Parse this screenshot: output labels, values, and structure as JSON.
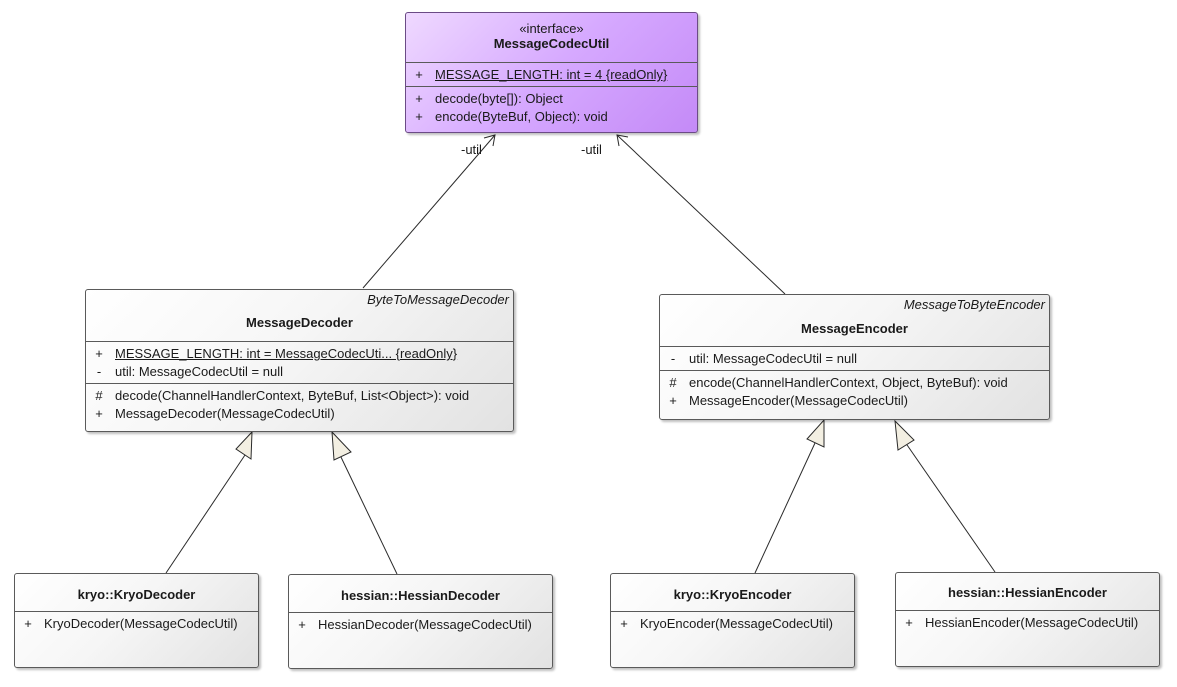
{
  "classes": {
    "codec": {
      "stereotype": "«interface»",
      "name": "MessageCodecUtil",
      "attributes": [
        {
          "vis": "+",
          "text": "MESSAGE_LENGTH: int = 4 {readOnly}"
        }
      ],
      "operations": [
        {
          "vis": "+",
          "text": "decode(byte[]): Object"
        },
        {
          "vis": "+",
          "text": "encode(ByteBuf, Object): void"
        }
      ]
    },
    "decoder": {
      "parent": "ByteToMessageDecoder",
      "name": "MessageDecoder",
      "attributes": [
        {
          "vis": "+",
          "text": "MESSAGE_LENGTH: int = MessageCodecUti... {readOnly}"
        },
        {
          "vis": "-",
          "text": "util: MessageCodecUtil = null"
        }
      ],
      "operations": [
        {
          "vis": "#",
          "text": "decode(ChannelHandlerContext, ByteBuf, List<Object>): void"
        },
        {
          "vis": "+",
          "text": "MessageDecoder(MessageCodecUtil)"
        }
      ]
    },
    "encoder": {
      "parent": "MessageToByteEncoder",
      "name": "MessageEncoder",
      "attributes": [
        {
          "vis": "-",
          "text": "util: MessageCodecUtil = null"
        }
      ],
      "operations": [
        {
          "vis": "#",
          "text": "encode(ChannelHandlerContext, Object, ByteBuf): void"
        },
        {
          "vis": "+",
          "text": "MessageEncoder(MessageCodecUtil)"
        }
      ]
    },
    "kryoDecoder": {
      "name": "kryo::KryoDecoder",
      "operations": [
        {
          "vis": "+",
          "text": "KryoDecoder(MessageCodecUtil)"
        }
      ]
    },
    "hessianDecoder": {
      "name": "hessian::HessianDecoder",
      "operations": [
        {
          "vis": "+",
          "text": "HessianDecoder(MessageCodecUtil)"
        }
      ]
    },
    "kryoEncoder": {
      "name": "kryo::KryoEncoder",
      "operations": [
        {
          "vis": "+",
          "text": "KryoEncoder(MessageCodecUtil)"
        }
      ]
    },
    "hessianEncoder": {
      "name": "hessian::HessianEncoder",
      "operations": [
        {
          "vis": "+",
          "text": "HessianEncoder(MessageCodecUtil)"
        }
      ]
    }
  },
  "associations": {
    "decoder_role": "-util",
    "encoder_role": "-util"
  },
  "colors": {
    "interface_fill": "#d6a9ff",
    "class_fill": "#f6f6f6",
    "line": "#2a2a2a"
  }
}
